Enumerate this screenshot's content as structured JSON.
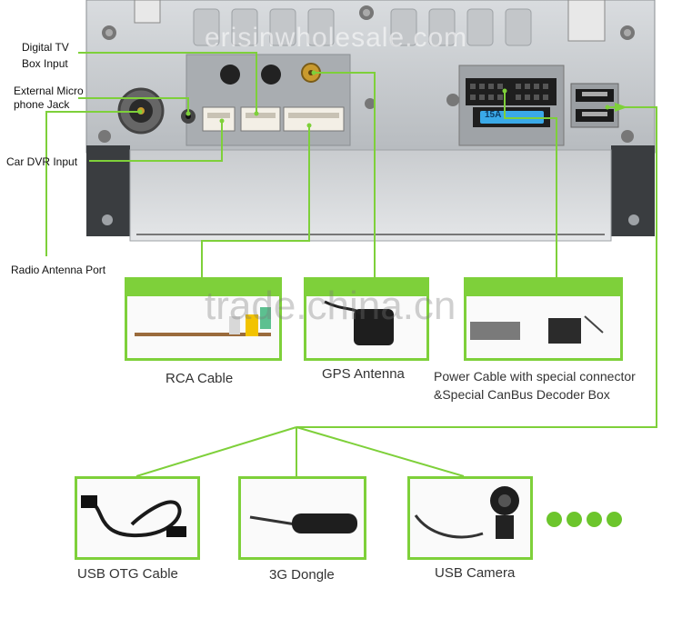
{
  "watermark_top": "erisinwholesale.com",
  "watermark_center": "trade.china.cn",
  "callouts": {
    "digital_tv_1": "Digital TV",
    "digital_tv_2": "Box Input",
    "ext_mic_1": "External Micro",
    "ext_mic_2": "phone Jack",
    "car_dvr": "Car DVR Input",
    "radio_antenna": "Radio Antenna Port"
  },
  "products": [
    {
      "caption": "RCA Cable"
    },
    {
      "caption": "GPS Antenna"
    },
    {
      "caption": "Power Cable with special connector",
      "caption2": "&Special CanBus Decoder Box"
    },
    {
      "caption": "USB OTG Cable"
    },
    {
      "caption": "3G Dongle"
    },
    {
      "caption": "USB Camera"
    }
  ],
  "fuse_label": "15A",
  "colors": {
    "accent": "#7ed03a",
    "dots": "#6cc52c"
  }
}
